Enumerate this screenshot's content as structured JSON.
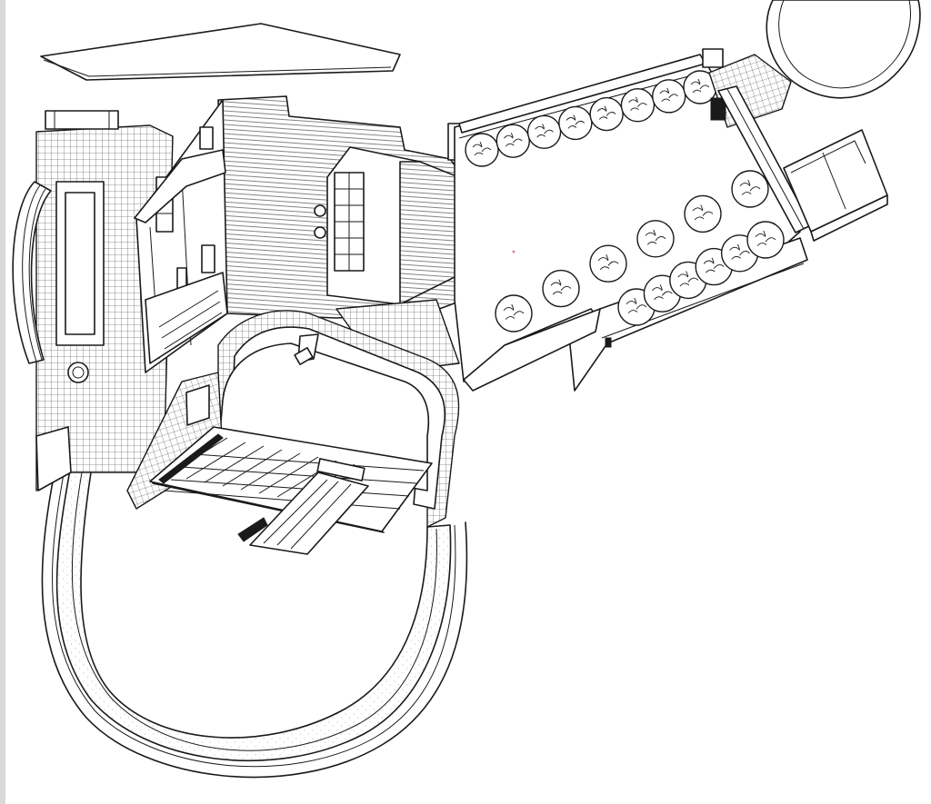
{
  "figure": {
    "kind": "axonometric architectural drawing",
    "style": "black ink line drawing on white",
    "ink_color": "#1a1a1a",
    "paper_color": "#ffffff",
    "components": [
      "detached-roof-plane",
      "main-house-block",
      "west-terrace",
      "entry-court",
      "curved-lawn",
      "garden-court",
      "tree-rows",
      "pool-terrace",
      "pavilion"
    ],
    "tree_rows": {
      "north_row_count": 8,
      "south_row_count": 12
    },
    "printed_text": []
  }
}
